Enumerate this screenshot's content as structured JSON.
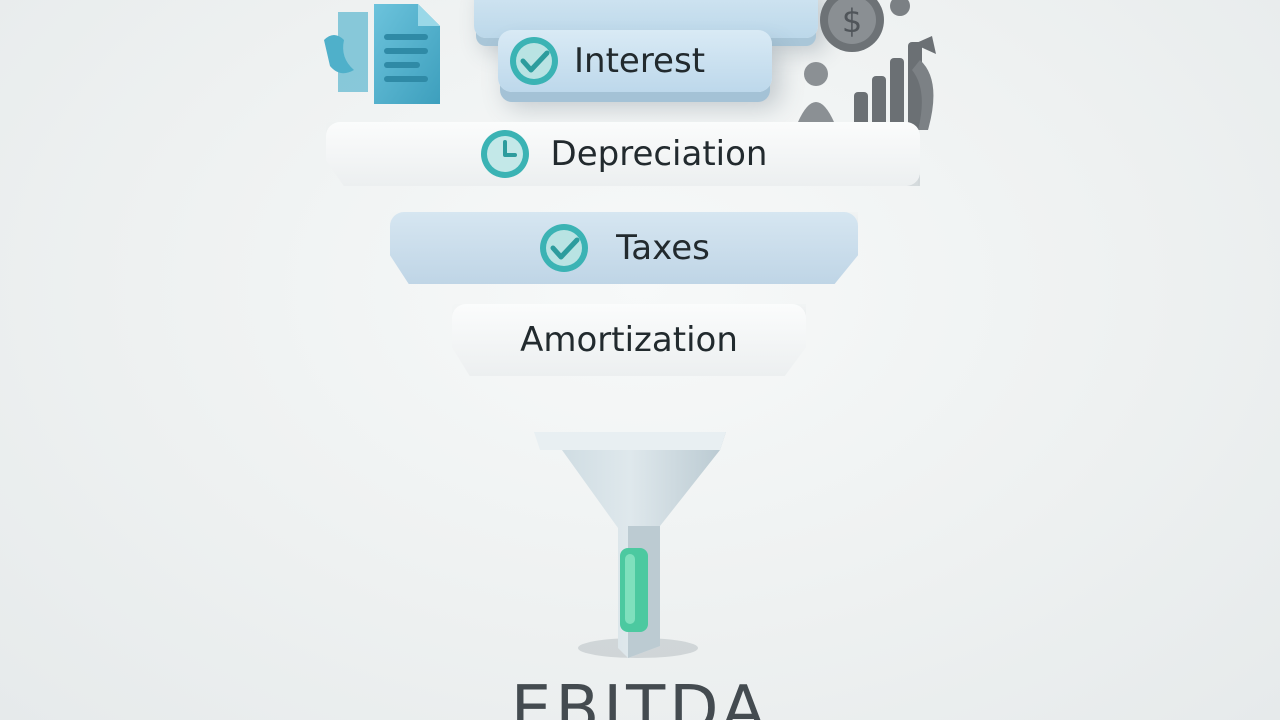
{
  "funnel": {
    "items": [
      {
        "label": "Interest",
        "icon": "check-circle-icon"
      },
      {
        "label": "Depreciation",
        "icon": "clock-icon"
      },
      {
        "label": "Taxes",
        "icon": "check-circle-icon"
      },
      {
        "label": "Amortization"
      }
    ]
  },
  "bottom_title": "EBITDA",
  "colors": {
    "accent_teal": "#3bb3b4",
    "spout_green": "#4cc9a0",
    "bar_blue": "#c6dcec",
    "bar_white": "#f4f6f7",
    "text": "#222a2e",
    "doc_icon": "#58b6cf",
    "gray_icon": "#6f7478"
  },
  "decorations": [
    "document-icon",
    "dollar-coin-icon",
    "person-icon",
    "bar-chart-icon"
  ]
}
